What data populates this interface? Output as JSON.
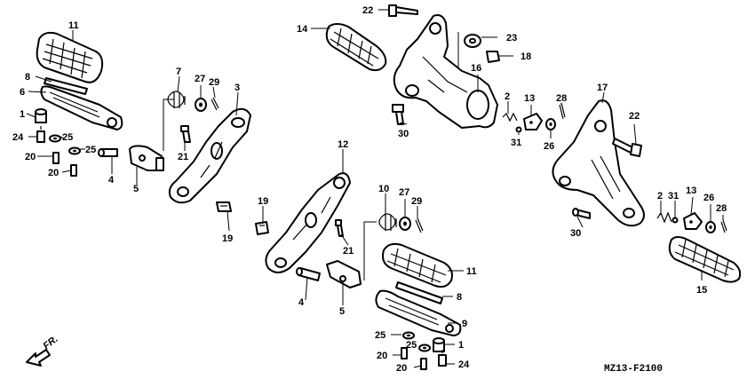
{
  "diagram_code": "MZ13-F2100",
  "direction_label": "FR.",
  "callouts": [
    {
      "id": "c11a",
      "text": "11"
    },
    {
      "id": "c8a",
      "text": "8"
    },
    {
      "id": "c6",
      "text": "6"
    },
    {
      "id": "c1a",
      "text": "1"
    },
    {
      "id": "c24a",
      "text": "24"
    },
    {
      "id": "c25a",
      "text": "25"
    },
    {
      "id": "c25b",
      "text": "25"
    },
    {
      "id": "c20a",
      "text": "20"
    },
    {
      "id": "c20b",
      "text": "20"
    },
    {
      "id": "c4a",
      "text": "4"
    },
    {
      "id": "c5a",
      "text": "5"
    },
    {
      "id": "c7",
      "text": "7"
    },
    {
      "id": "c27a",
      "text": "27"
    },
    {
      "id": "c29a",
      "text": "29"
    },
    {
      "id": "c3",
      "text": "3"
    },
    {
      "id": "c21a",
      "text": "21"
    },
    {
      "id": "c19a",
      "text": "19"
    },
    {
      "id": "c14",
      "text": "14"
    },
    {
      "id": "c22a",
      "text": "22"
    },
    {
      "id": "c23",
      "text": "23"
    },
    {
      "id": "c18",
      "text": "18"
    },
    {
      "id": "c16",
      "text": "16"
    },
    {
      "id": "c30a",
      "text": "30"
    },
    {
      "id": "c2a",
      "text": "2"
    },
    {
      "id": "c31a",
      "text": "31"
    },
    {
      "id": "c13a",
      "text": "13"
    },
    {
      "id": "c26a",
      "text": "26"
    },
    {
      "id": "c28a",
      "text": "28"
    },
    {
      "id": "c17",
      "text": "17"
    },
    {
      "id": "c22b",
      "text": "22"
    },
    {
      "id": "c2b",
      "text": "2"
    },
    {
      "id": "c31b",
      "text": "31"
    },
    {
      "id": "c13b",
      "text": "13"
    },
    {
      "id": "c26b",
      "text": "26"
    },
    {
      "id": "c28b",
      "text": "28"
    },
    {
      "id": "c30b",
      "text": "30"
    },
    {
      "id": "c15",
      "text": "15"
    },
    {
      "id": "c12",
      "text": "12"
    },
    {
      "id": "c19b",
      "text": "19"
    },
    {
      "id": "c21b",
      "text": "21"
    },
    {
      "id": "c10",
      "text": "10"
    },
    {
      "id": "c27b",
      "text": "27"
    },
    {
      "id": "c29b",
      "text": "29"
    },
    {
      "id": "c11b",
      "text": "11"
    },
    {
      "id": "c8b",
      "text": "8"
    },
    {
      "id": "c4b",
      "text": "4"
    },
    {
      "id": "c5b",
      "text": "5"
    },
    {
      "id": "c9",
      "text": "9"
    },
    {
      "id": "c25c",
      "text": "25"
    },
    {
      "id": "c25d",
      "text": "25"
    },
    {
      "id": "c1b",
      "text": "1"
    },
    {
      "id": "c20c",
      "text": "20"
    },
    {
      "id": "c20d",
      "text": "20"
    },
    {
      "id": "c24b",
      "text": "24"
    }
  ]
}
